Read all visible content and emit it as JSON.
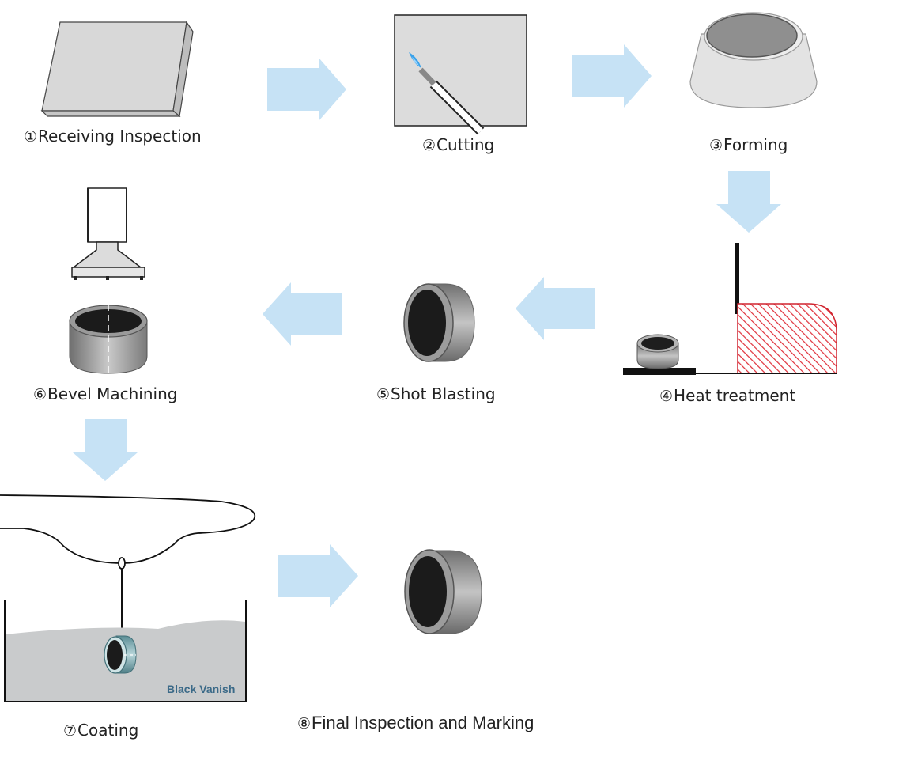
{
  "steps": [
    {
      "num": "①",
      "label": "Receiving Inspection"
    },
    {
      "num": "②",
      "label": "Cutting"
    },
    {
      "num": "③",
      "label": "Forming"
    },
    {
      "num": "④",
      "label": "Heat treatment"
    },
    {
      "num": "⑤",
      "label": "Shot Blasting"
    },
    {
      "num": "⑥",
      "label": "Bevel Machining"
    },
    {
      "num": "⑦",
      "label": "Coating"
    },
    {
      "num": "⑧",
      "label": "Final Inspection and Marking"
    }
  ],
  "coating_tank_label": "Black Vanish",
  "colors": {
    "arrow": "#c6e2f5",
    "plate": "#dcdcdc",
    "hatch": "#e0303a",
    "ink": "#111111",
    "bath": "#c9cbcc",
    "vanish_text": "#3b6a88"
  }
}
